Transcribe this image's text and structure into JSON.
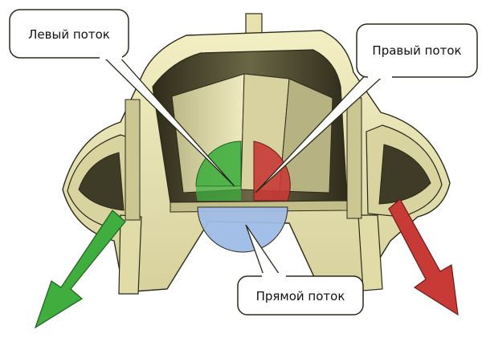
{
  "labels": {
    "left": "Левый поток",
    "right": "Правый поток",
    "straight": "Прямой поток"
  },
  "colors": {
    "background": "#ffffff",
    "body": "#ece8b4",
    "body_dark": "#9f9a6a",
    "body_shadow": "#c9c392",
    "interior": "#3d3a25",
    "left_flow": "#3fae3f",
    "right_flow": "#c83a36",
    "straight_flow": "#9fbce6",
    "outline": "#2a2a1a"
  },
  "icons": {
    "left_arrow": "arrow-down-left-icon",
    "right_arrow": "arrow-down-right-icon"
  }
}
